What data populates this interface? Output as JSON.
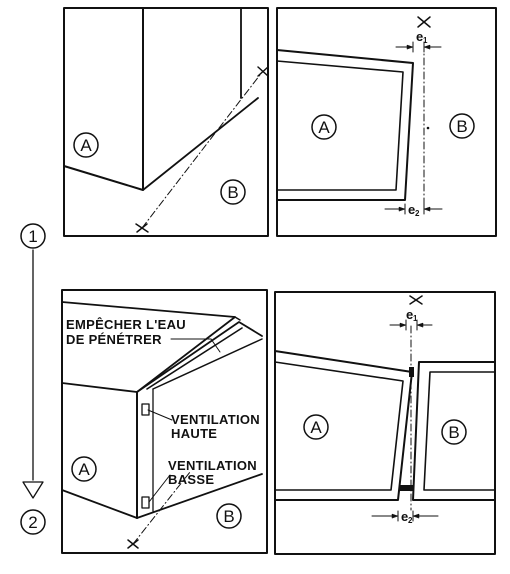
{
  "figure": {
    "labels": {
      "a": "A",
      "b": "B",
      "step_1": "1",
      "step_2": "2",
      "e1": "e",
      "e1_sub": "1",
      "e2": "e",
      "e2_sub": "2",
      "prevent_water_line1": "EMPÊCHER L'EAU",
      "prevent_water_line2": "DE PÉNÉTRER",
      "vent_high_line1": "VENTILATION",
      "vent_high_line2": "HAUTE",
      "vent_low_line1": "VENTILATION",
      "vent_low_line2": "BASSE"
    },
    "colors": {
      "ink": "#111111",
      "paper": "#ffffff"
    }
  }
}
